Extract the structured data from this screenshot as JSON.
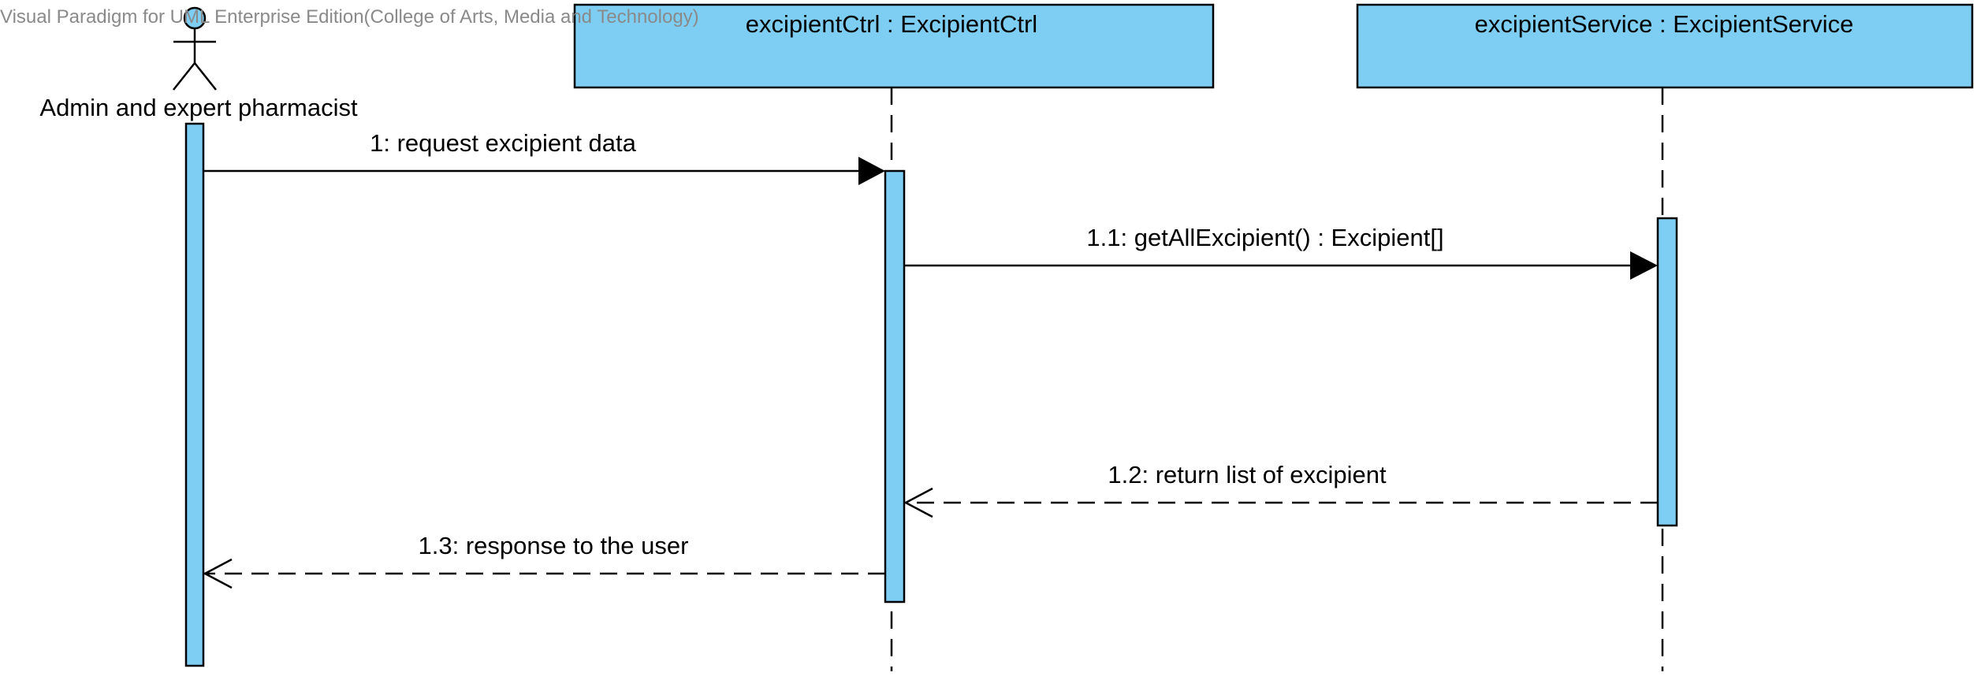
{
  "watermark": "Visual Paradigm for UML Enterprise Edition(College of Arts, Media and Technology)",
  "colors": {
    "fill": "#7ecef4",
    "stroke": "#000000",
    "watermark": "#8a8a8a"
  },
  "actor": {
    "name": "Admin and expert pharmacist",
    "icon": "stick-figure-icon"
  },
  "lifelines": [
    {
      "id": "ctrl",
      "label": "excipientCtrl : ExcipientCtrl"
    },
    {
      "id": "service",
      "label": "excipientService : ExcipientService"
    }
  ],
  "messages": [
    {
      "label": "1: request excipient data",
      "from": "actor",
      "to": "ctrl",
      "kind": "synchronous"
    },
    {
      "label": "1.1: getAllExcipient() : Excipient[]",
      "from": "ctrl",
      "to": "service",
      "kind": "synchronous"
    },
    {
      "label": "1.2: return list of excipient",
      "from": "service",
      "to": "ctrl",
      "kind": "return"
    },
    {
      "label": "1.3: response to the user",
      "from": "ctrl",
      "to": "actor",
      "kind": "return"
    }
  ]
}
